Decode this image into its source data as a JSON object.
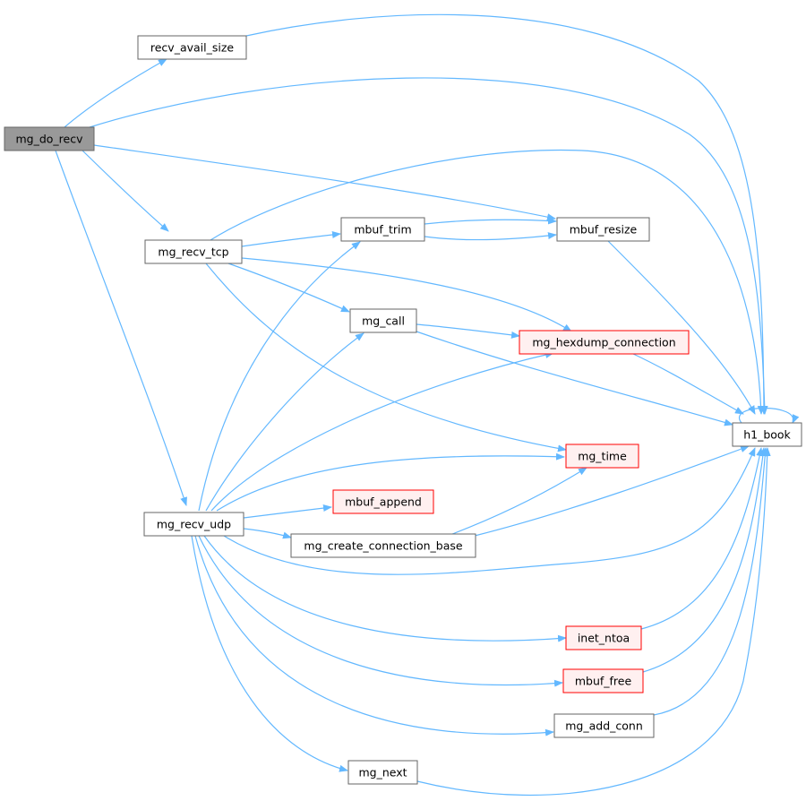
{
  "colors": {
    "edge": "#63b8ff",
    "node_border": "#666666",
    "node_fill": "#ffffff",
    "root_fill": "#999999",
    "external_border": "#ff0000",
    "external_fill": "#fff0f0"
  },
  "nodes": {
    "mg_do_recv": "mg_do_recv",
    "recv_avail_size": "recv_avail_size",
    "mg_recv_tcp": "mg_recv_tcp",
    "mbuf_trim": "mbuf_trim",
    "mbuf_resize": "mbuf_resize",
    "mg_call": "mg_call",
    "mg_hexdump_connection": "mg_hexdump_connection",
    "h1_book": "h1_book",
    "mg_time": "mg_time",
    "mbuf_append": "mbuf_append",
    "mg_recv_udp": "mg_recv_udp",
    "mg_create_connection_base": "mg_create_connection_base",
    "inet_ntoa": "inet_ntoa",
    "mbuf_free": "mbuf_free",
    "mg_add_conn": "mg_add_conn",
    "mg_next": "mg_next"
  }
}
